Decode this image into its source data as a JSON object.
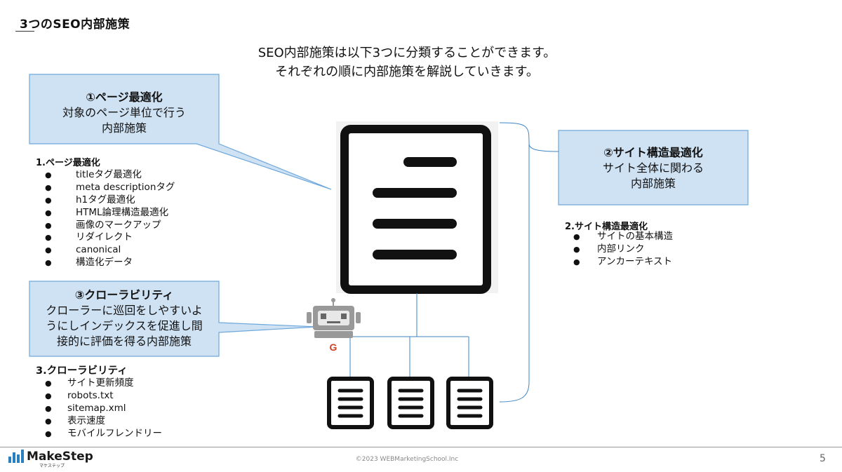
{
  "header": {
    "title": "3つのSEO内部施策"
  },
  "intro": {
    "line1": "SEO内部施策は以下3つに分類することができます。",
    "line2": "それぞれの順に内部施策を解説していきます。"
  },
  "callouts": {
    "page": {
      "title": "①ページ最適化",
      "line1": "対象のページ単位で行う",
      "line2": "内部施策"
    },
    "site": {
      "title": "②サイト構造最適化",
      "line1": "サイト全体に関わる",
      "line2": "内部施策"
    },
    "crawl": {
      "title": "③クローラビリティ",
      "line1": "クローラーに巡回をしやすいよ",
      "line2": "うにしインデックスを促進し間",
      "line3": "接的に評価を得る内部施策"
    }
  },
  "sections": {
    "page": {
      "heading": "1.ページ最適化",
      "items": [
        "titleタグ最適化",
        "meta descriptionタグ",
        "h1タグ最適化",
        "HTML論理構造最適化",
        "画像のマークアップ",
        "リダイレクト",
        "canonical",
        "構造化データ"
      ]
    },
    "site": {
      "heading": "2.サイト構造最適化",
      "items": [
        "サイトの基本構造",
        "内部リンク",
        "アンカーテキスト"
      ]
    },
    "crawl": {
      "heading": "3.クローラビリティ",
      "items": [
        "サイト更新頻度",
        "robots.txt",
        "sitemap.xml",
        "表示速度",
        "モバイルフレンドリー"
      ]
    }
  },
  "bullet": "●",
  "robot": {
    "label": "G"
  },
  "footer": {
    "brand": "MakeStep",
    "brand_sub": "マケステップ",
    "copyright": "©2023 WEBMarketingSchool.Inc",
    "page": "5"
  },
  "colors": {
    "callout_fill": "#cfe2f3",
    "callout_stroke": "#6fa8dc",
    "connector": "#3d85c6",
    "doc_stroke": "#111111",
    "robot_body": "#999999",
    "robot_label": "#cc4125",
    "logo_blue": "#2a7fbf"
  }
}
